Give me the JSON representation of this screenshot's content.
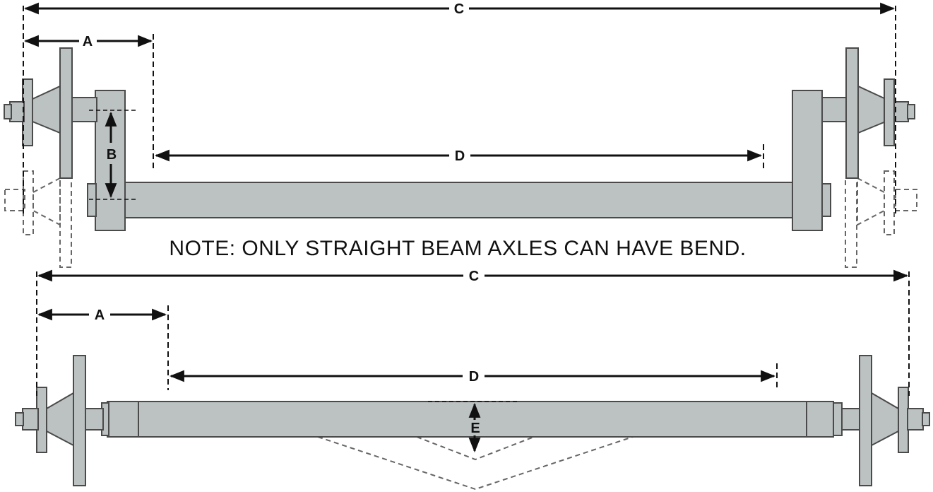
{
  "labels": {
    "c": "C",
    "a": "A",
    "b": "B",
    "d": "D",
    "e": "E"
  },
  "note": "NOTE: ONLY STRAIGHT BEAM AXLES CAN HAVE BEND.",
  "colors": {
    "part_fill": "#bcc1c1",
    "part_stroke": "#4a4a4a",
    "dimension_line": "#111111"
  }
}
